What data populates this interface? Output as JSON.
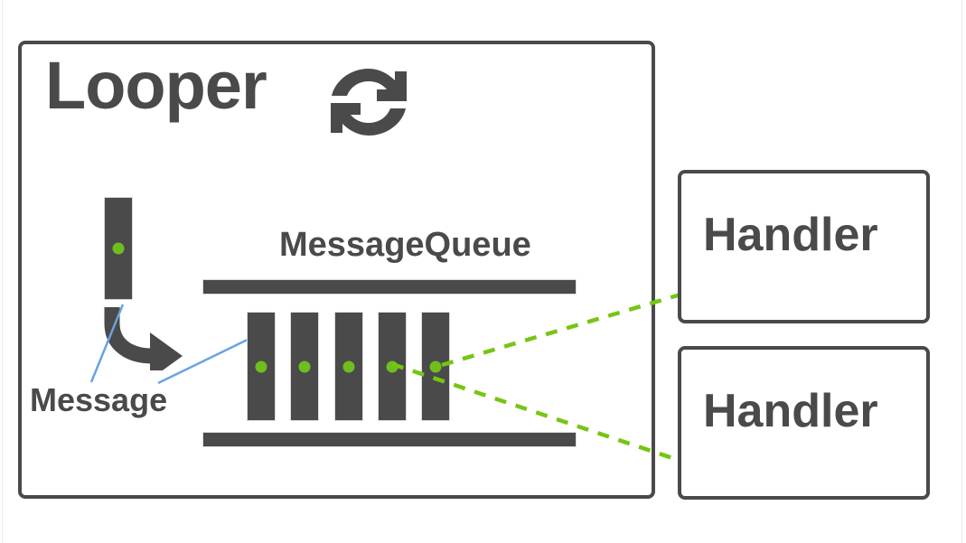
{
  "diagram": {
    "title": "Looper",
    "colors": {
      "dark_gray": "#4a4a4a",
      "green_dot": "#6fbe1e",
      "green_arrow": "#76c513",
      "blue_leader": "#6ba3e0",
      "background": "#ffffff"
    },
    "looper": {
      "label": "Looper",
      "loop_icon_name": "refresh-loop-icon"
    },
    "message": {
      "label": "Message",
      "dot_count": 1
    },
    "message_queue": {
      "label": "MessageQueue",
      "bar_count": 5,
      "bars": [
        {
          "id": "queue-slot-1",
          "has_message": true
        },
        {
          "id": "queue-slot-2",
          "has_message": true
        },
        {
          "id": "queue-slot-3",
          "has_message": true
        },
        {
          "id": "queue-slot-4",
          "has_message": true
        },
        {
          "id": "queue-slot-5",
          "has_message": true
        }
      ]
    },
    "handlers": [
      {
        "label": "Handler"
      },
      {
        "label": "Handler"
      }
    ],
    "connectors": {
      "leader_message_to_block": "blue-leader-line",
      "leader_message_to_queue": "blue-leader-line",
      "dispatch_to_handler_1": "green-dashed-arrow",
      "dispatch_to_handler_2": "green-dashed-arrow",
      "enqueue_arrow": "curved-arrow"
    }
  }
}
